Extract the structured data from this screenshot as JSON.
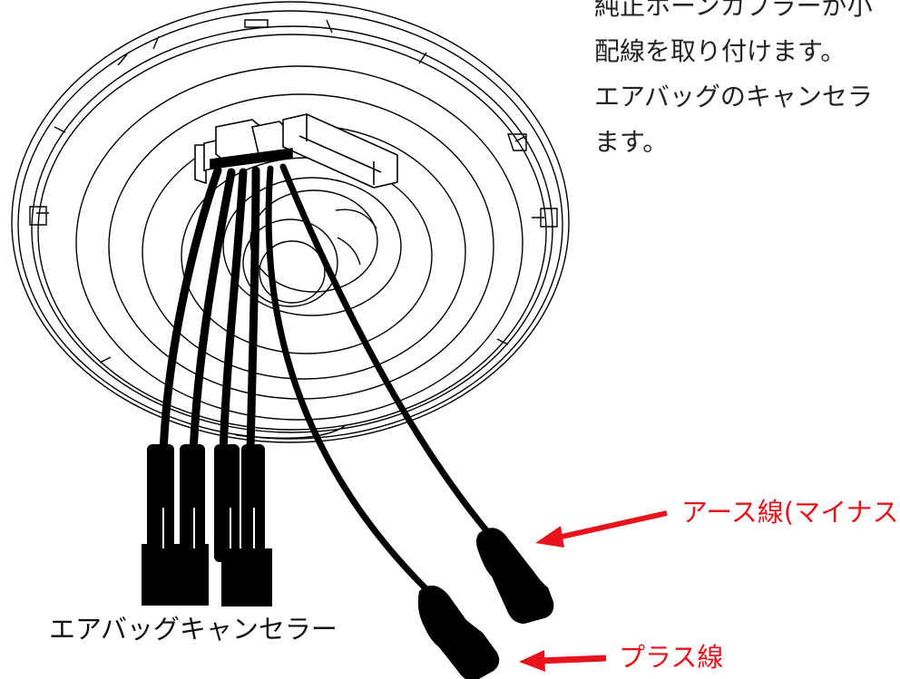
{
  "instructions": {
    "lines": [
      "純正ホーンカプラーが小",
      "配線を取り付けます。",
      "エアバッグのキャンセラ",
      "ます。"
    ]
  },
  "labels": {
    "canceller": "エアバッグキャンセラー",
    "ground_wire": "アース線(マイナス)",
    "plus_wire": "プラス線"
  },
  "colors": {
    "callout": "#e8141b",
    "line": "#000000",
    "background": "#ffffff"
  }
}
